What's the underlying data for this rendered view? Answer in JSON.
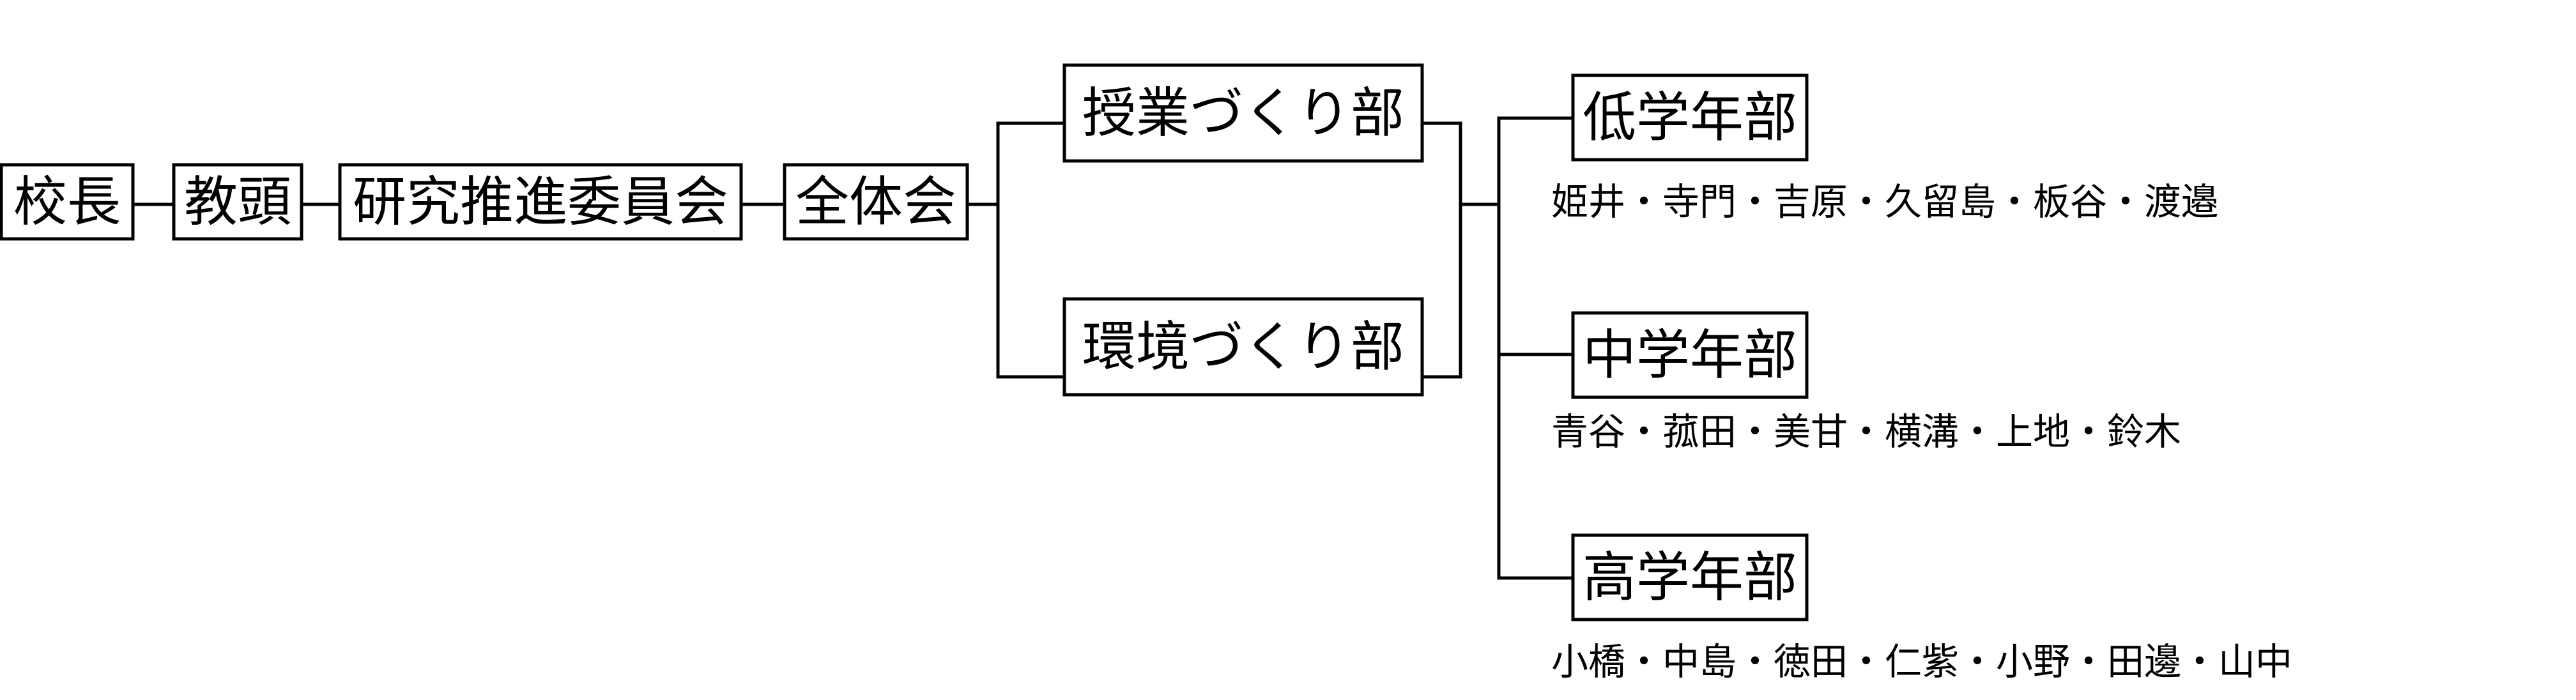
{
  "nodes": {
    "principal": "校長",
    "vice_principal": "教頭",
    "research_committee": "研究推進委員会",
    "plenary": "全体会",
    "lesson_dept": "授業づくり部",
    "environment_dept": "環境づくり部",
    "lower_grade": "低学年部",
    "middle_grade": "中学年部",
    "upper_grade": "高学年部"
  },
  "members": {
    "lower_grade": "姫井・寺門・吉原・久留島・板谷・渡邉",
    "middle_grade": "青谷・菰田・美甘・横溝・上地・鈴木",
    "upper_grade": "小橋・中島・徳田・仁紫・小野・田邊・山中"
  }
}
